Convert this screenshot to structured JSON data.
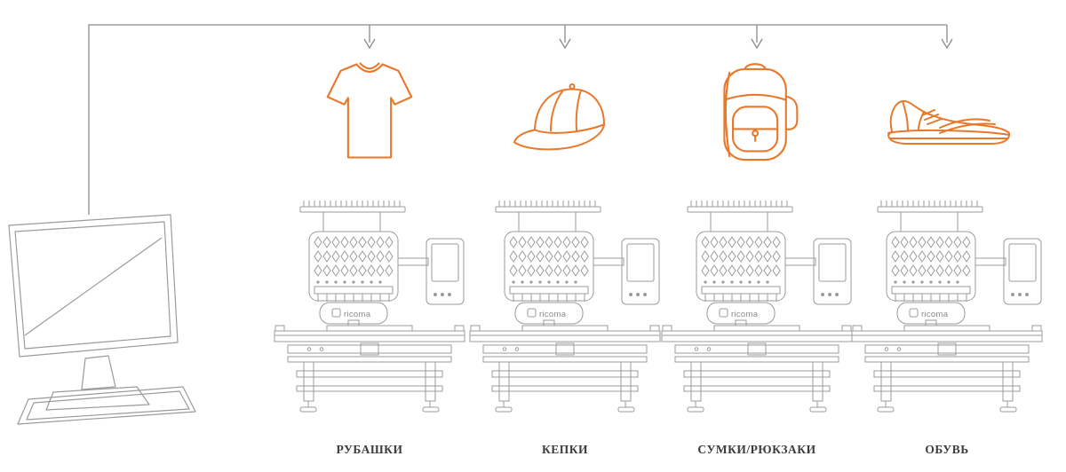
{
  "diagram": {
    "machine_brand": "ricoma",
    "categories": [
      {
        "icon": "tshirt-icon",
        "label": "РУБАШКИ"
      },
      {
        "icon": "cap-icon",
        "label": "КЕПКИ"
      },
      {
        "icon": "backpack-icon",
        "label": "СУМКИ/РЮКЗАКИ"
      },
      {
        "icon": "shoe-icon",
        "label": "ОБУВЬ"
      }
    ],
    "colors": {
      "accent_orange": "#E8792C",
      "connector_line": "#8A8A8A",
      "machine_line": "#9B9B9B",
      "label_text": "#3C3C3C"
    }
  }
}
